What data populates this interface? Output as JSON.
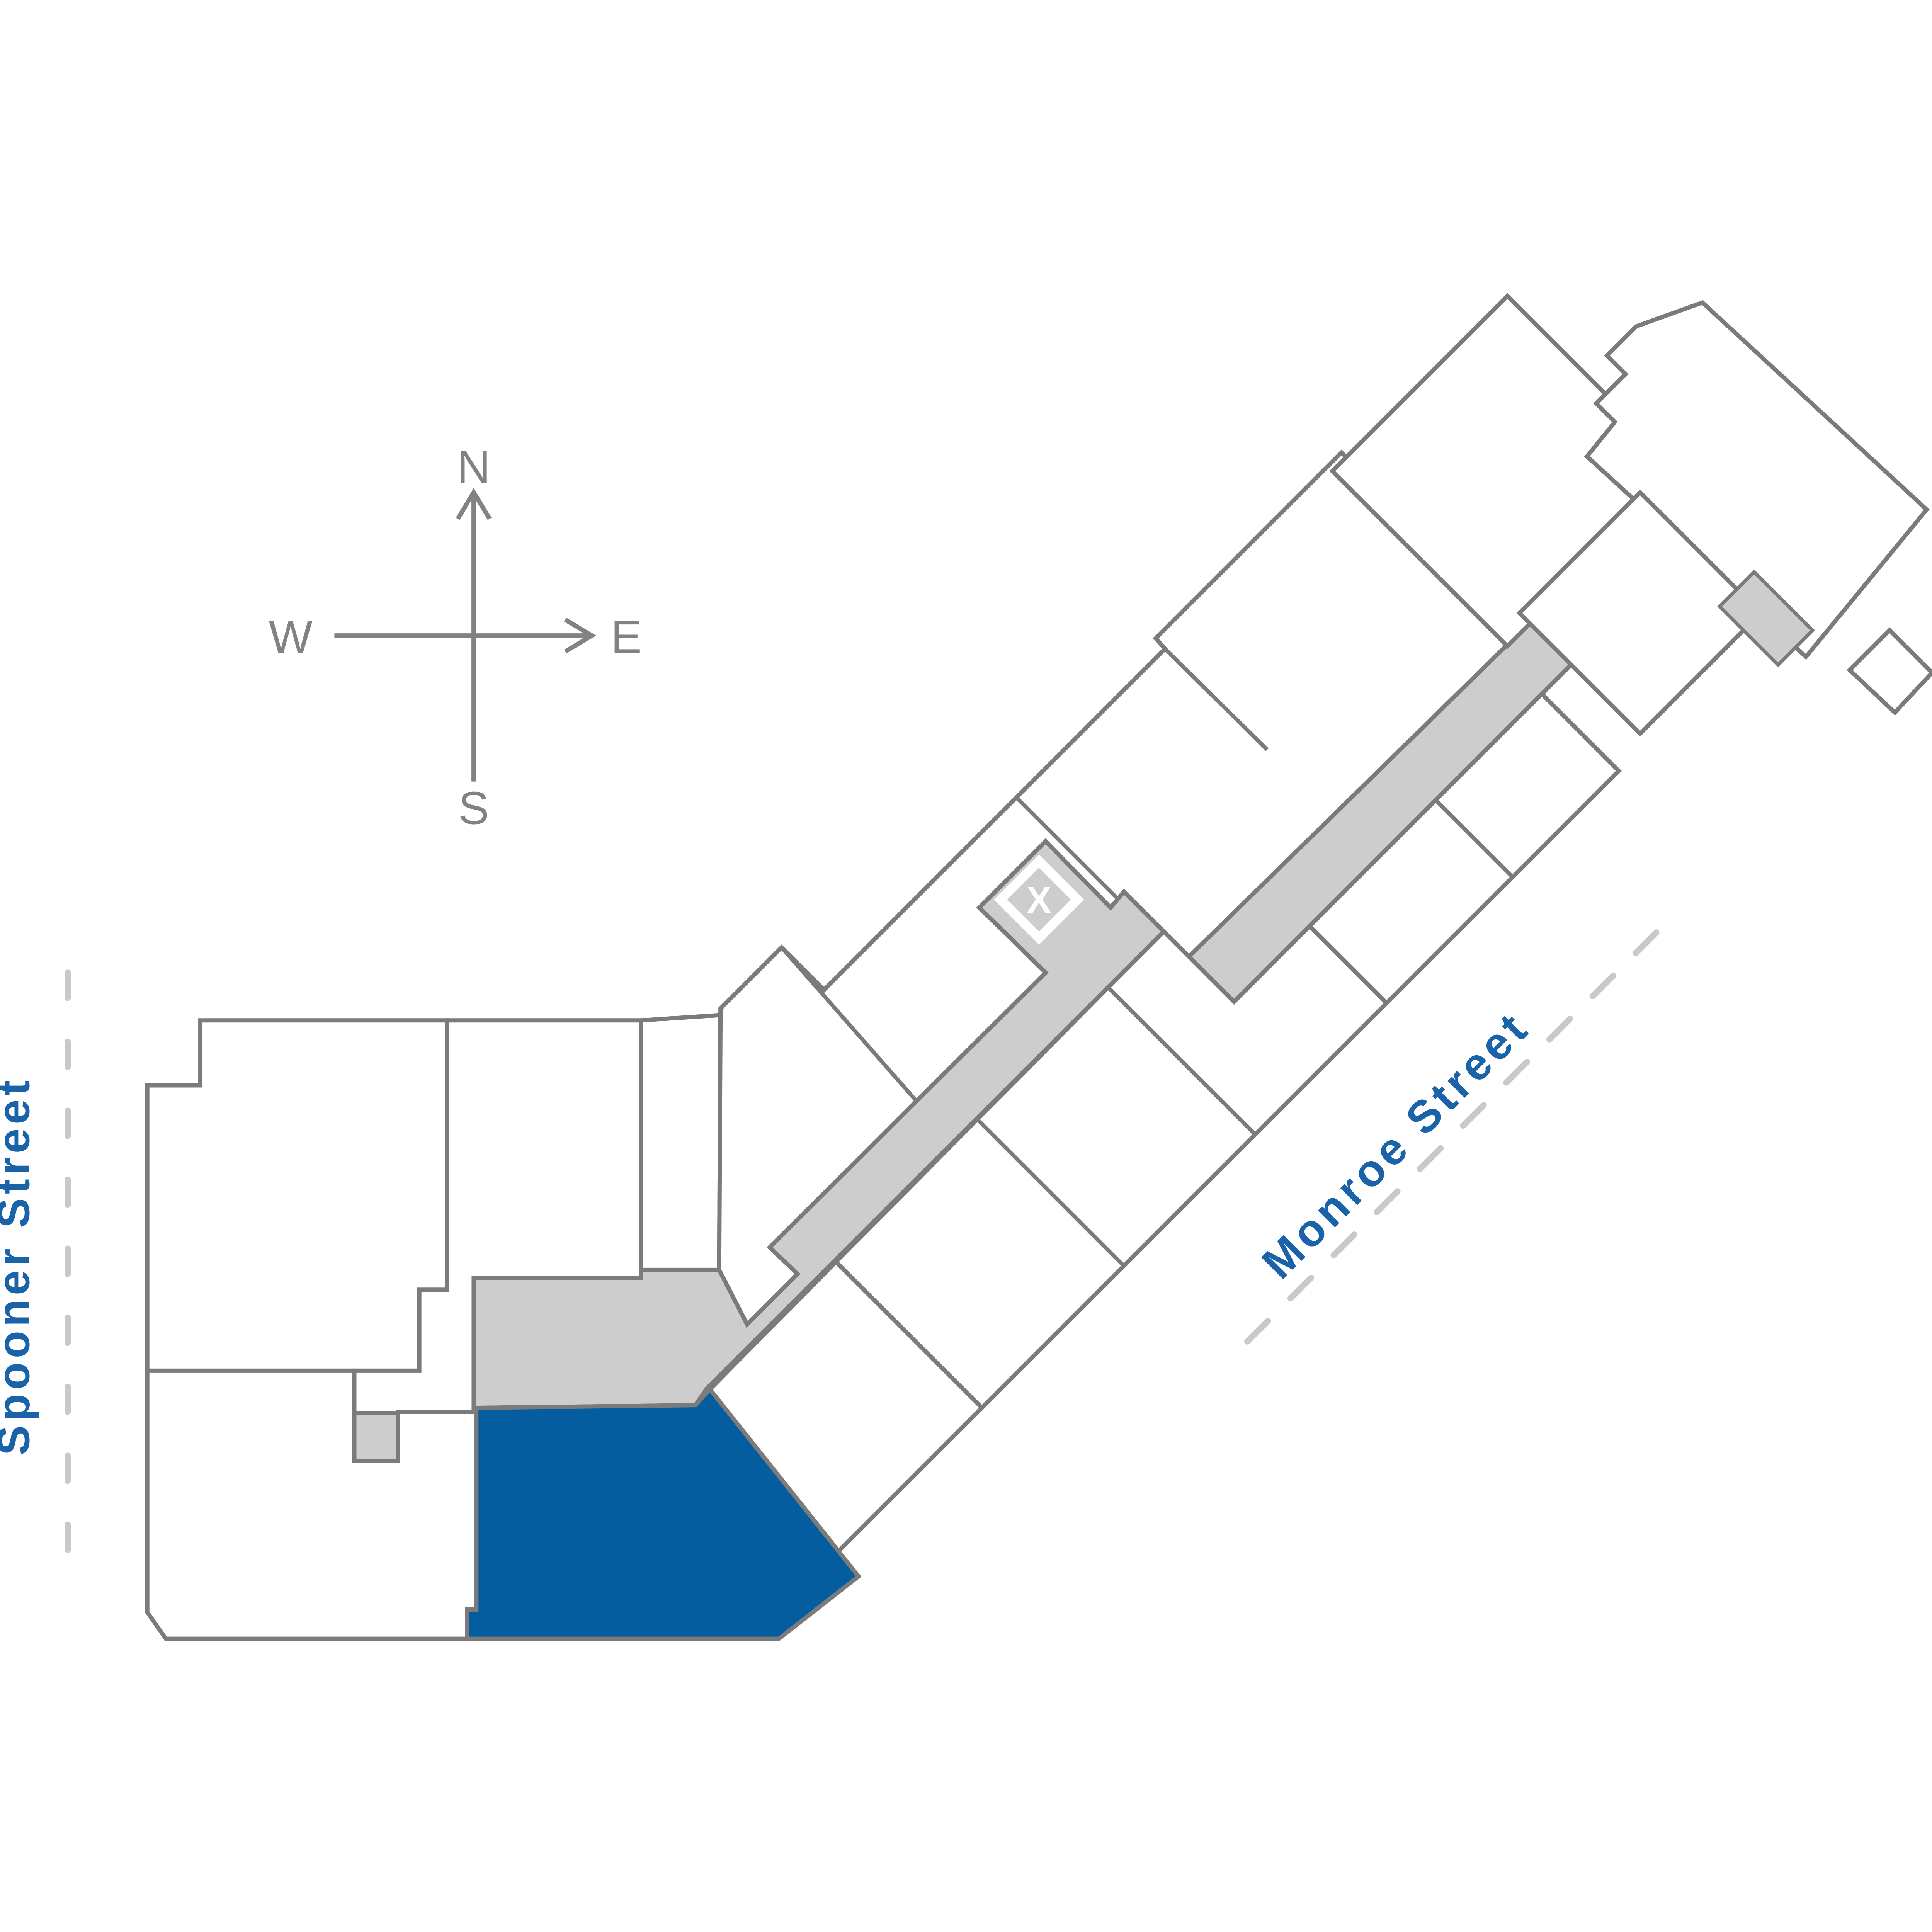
{
  "compass": {
    "north": "N",
    "east": "E",
    "south": "S",
    "west": "W"
  },
  "streets": {
    "spooner": "Spooner Street",
    "monroe": "Monroe Street"
  },
  "marker": {
    "label": "X"
  },
  "colors": {
    "outline": "#7b7b7b",
    "corridor": "#cdcdcd",
    "highlight": "#035d9f",
    "street": "#1b63a8",
    "dash": "#c9c9c9",
    "compass": "#828282",
    "unit": "#ffffff"
  }
}
